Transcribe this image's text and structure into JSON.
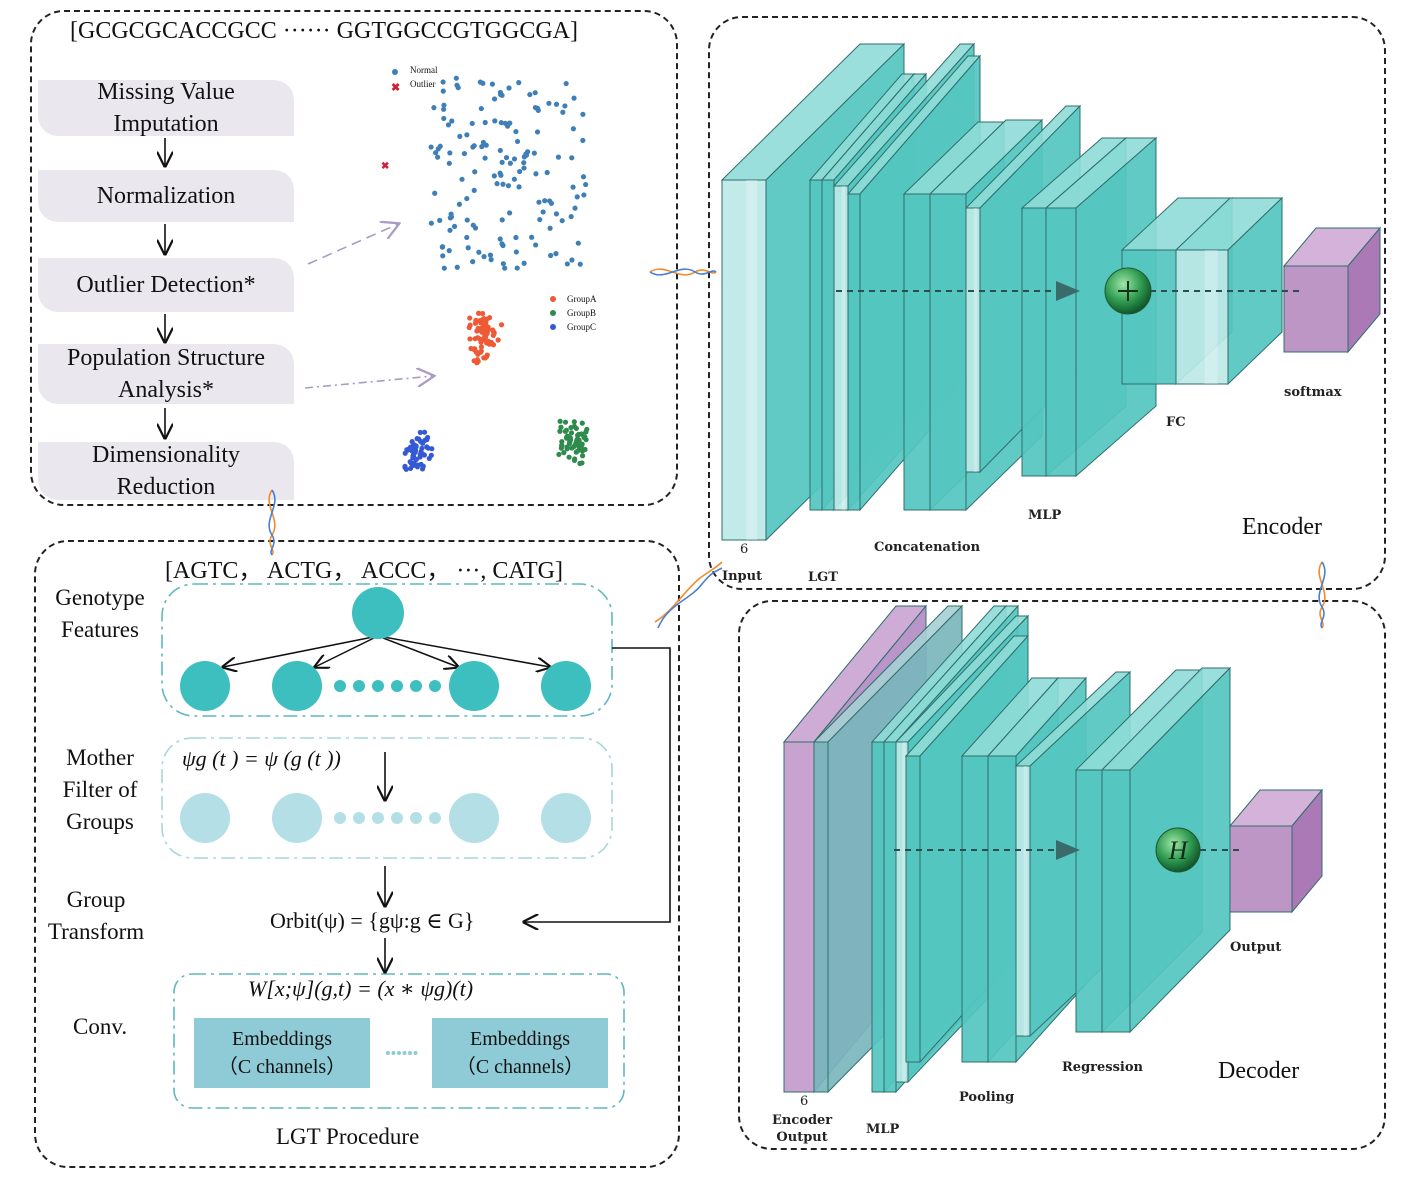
{
  "preprocessing": {
    "sequence": "[GCGCGCACCGCC ······ GGTGGCCGTGGCGA]",
    "steps": [
      "Missing Value\nImputation",
      "Normalization",
      "Outlier Detection*",
      "Population Structure\nAnalysis*",
      "Dimensionality\nReduction"
    ],
    "outlier_legend": [
      "Normal",
      "Outlier"
    ],
    "group_legend": [
      "GroupA",
      "GroupB",
      "GroupC"
    ]
  },
  "lgt": {
    "sequence": "[AGTC， ACTG， ACCC， ···, CATG]",
    "row_labels": {
      "genotype": "Genotype\nFeatures",
      "mother": "Mother\nFilter of\nGroups",
      "group_transform": "Group\nTransform",
      "conv": "Conv."
    },
    "formula_psi": "ψg (t ) = ψ (g (t ))",
    "formula_orbit": "Orbit(ψ) = {gψ:g ∈ G}",
    "formula_w": "W[x;ψ](g,t) = (x ∗ ψg)(t)",
    "embedding_line1": "Embeddings",
    "embedding_line2": "（C channels）",
    "caption": "LGT Procedure"
  },
  "encoder": {
    "title": "Encoder",
    "labels": {
      "six": "6",
      "input": "Input",
      "lgt": "LGT",
      "concat": "Concatenation",
      "mlp": "MLP",
      "fc": "FC",
      "softmax": "softmax"
    }
  },
  "decoder": {
    "title": "Decoder",
    "labels": {
      "six": "6",
      "encoder_output": "Encoder\nOutput",
      "mlp": "MLP",
      "pooling": "Pooling",
      "regression": "Regression",
      "output": "Output"
    },
    "h_symbol": "H"
  },
  "colors": {
    "teal": "#5ecbc4",
    "purple": "#b98dc1",
    "node": "#3dbfbf",
    "node_light": "#b5dfe6",
    "step_bg": "#ebe7ef"
  }
}
